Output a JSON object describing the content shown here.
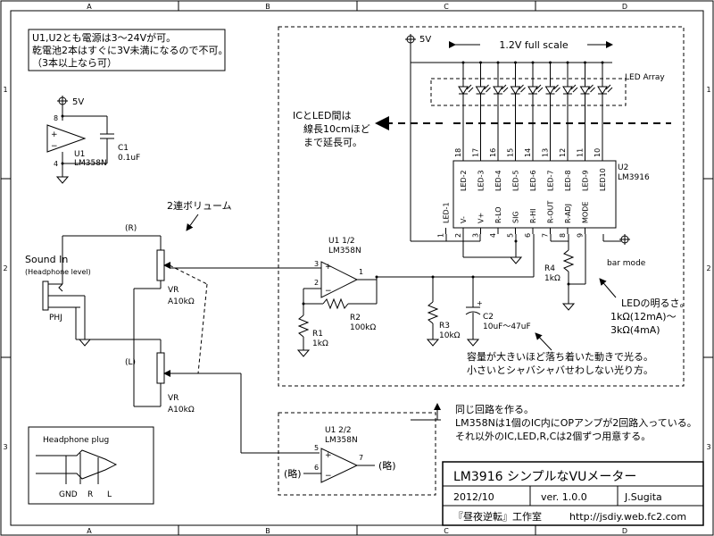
{
  "frame": {
    "col_labels": [
      "A",
      "B",
      "C",
      "D"
    ],
    "row_labels": [
      "1",
      "2",
      "3"
    ]
  },
  "notes": {
    "power_line1": "U1,U2とも電源は3～24Vが可。",
    "power_line2": "乾電池2本はすぐに3V未満になるので不可。",
    "power_line3": "（3本以上なら可）",
    "distance_line1": "ICとLED間は",
    "distance_line2": "線長10cmほど",
    "distance_line3": "まで延長可。",
    "volume": "2連ボリューム",
    "led_brightness_line1": "LEDの明るさ。",
    "led_brightness_line2": "1kΩ(12mA)～",
    "led_brightness_line3": "3kΩ(4mA)",
    "cap_line1": "容量が大きいほど落ち着いた動きで光る。",
    "cap_line2": "小さいとシャバシャバせわしない光り方。",
    "same_line1": "同じ回路を作る。",
    "same_line2": "LM358Nは1個のIC内にOPアンプが2回路入っている。",
    "same_line3": "それ以外のIC,LED,R,Cは2個ずつ用意する。"
  },
  "labels": {
    "v5": "5V",
    "scale": "1.2V full scale",
    "led_array": "LED Array",
    "u1_ref": "U1",
    "u1_part": "LM358N",
    "c1_ref": "C1",
    "c1_val": "0.1uF",
    "pin8": "8",
    "pin4": "4",
    "u1a_ref": "U1 1/2",
    "u1b_ref": "U1 2/2",
    "u2_ref": "U2",
    "u2_part": "LM3916",
    "sound_in": "Sound In",
    "headphone_level": "(Headphone level)",
    "phj": "PHJ",
    "ch_r": "(R)",
    "ch_l": "(L)",
    "vr": "VR",
    "vr_val": "A10kΩ",
    "r1_ref": "R1",
    "r1_val": "1kΩ",
    "r2_ref": "R2",
    "r2_val": "100kΩ",
    "r3_ref": "R3",
    "r3_val": "10kΩ",
    "r4_ref": "R4",
    "r4_val": "1kΩ",
    "c2_ref": "C2",
    "c2_val": "10uF～47uF",
    "bar_mode": "bar mode",
    "omit": "(略)",
    "plug_title": "Headphone plug",
    "plug_gnd": "GND",
    "plug_r": "R",
    "plug_l": "L",
    "p1": "1",
    "p2": "2",
    "p3": "3",
    "p5": "5",
    "p6": "6",
    "p7": "7"
  },
  "u2_top_pins": [
    {
      "num": "18",
      "name": "LED-2"
    },
    {
      "num": "17",
      "name": "LED-3"
    },
    {
      "num": "16",
      "name": "LED-4"
    },
    {
      "num": "15",
      "name": "LED-5"
    },
    {
      "num": "14",
      "name": "LED-6"
    },
    {
      "num": "13",
      "name": "LED-7"
    },
    {
      "num": "12",
      "name": "LED-8"
    },
    {
      "num": "11",
      "name": "LED-9"
    },
    {
      "num": "10",
      "name": "LED10"
    }
  ],
  "u2_bottom_pins": [
    {
      "num": "1",
      "name": "LED-1"
    },
    {
      "num": "2",
      "name": "V-"
    },
    {
      "num": "3",
      "name": "V+"
    },
    {
      "num": "4",
      "name": "R-LO"
    },
    {
      "num": "5",
      "name": "SIG"
    },
    {
      "num": "6",
      "name": "R-HI"
    },
    {
      "num": "7",
      "name": "R-OUT"
    },
    {
      "num": "8",
      "name": "R-ADJ"
    },
    {
      "num": "9",
      "name": "MODE"
    }
  ],
  "title_block": {
    "title": "LM3916 シンプルなVUメーター",
    "date": "2012/10",
    "version": "ver. 1.0.0",
    "author": "J.Sugita",
    "site": "『昼夜逆転』工作室",
    "url": "http://jsdiy.web.fc2.com"
  }
}
